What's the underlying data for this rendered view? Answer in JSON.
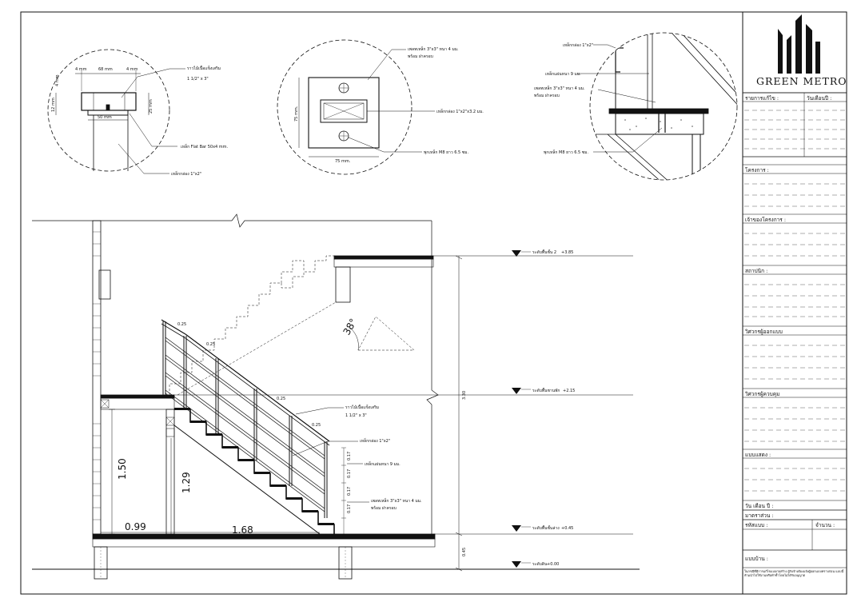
{
  "titleblock": {
    "brand": "GREEN METRO",
    "fields": [
      {
        "label": "รายการแก้ไข :",
        "right_label": "วันเดือนปี :"
      },
      {
        "label": "โครงการ :"
      },
      {
        "label": "เจ้าของโครงการ :"
      },
      {
        "label": "สถาปนิก :"
      },
      {
        "label": "วิศวกรผู้ออกแบบ"
      },
      {
        "label": "วิศวกรผู้ควบคุม"
      },
      {
        "label": "แบบแสดง :"
      }
    ],
    "date_label": "วัน เดือน ปี :",
    "scale_label": "มาตราส่วน :",
    "code_label": "รหัสแบบ :",
    "qty_label": "จำนวน :",
    "house_label": "แบบบ้าน :",
    "note": "ในกรณีที่มีการแก้ไขแบบก่อสร้าง ผู้รับจ้างต้องแจ้งผู้ออกแบบทราบก่อน แบบนี้ห้ามนำไปใช้งานหรือทำซ้ำโดยไม่ได้รับอนุญาต"
  },
  "detail1": {
    "w_left": "4 mm",
    "w_mid": "68 mm",
    "w_right": "4 mm",
    "handrail": "ราวไม้เนื้อแข็งเสริม",
    "handrail_size": "1 1/2\" x 3\"",
    "h_top": "4 mm",
    "h_total": "12 mm",
    "h_right": "25 mm",
    "w_bottom": "50 mm",
    "flatbar": "เหล็ก Flat Bar 50x4 mm.",
    "tube": "เหล็กกล่อง 1\"x2\""
  },
  "detail2": {
    "plate": "เพลทเหล็ก 3\"x3\" หนา 4 มม.",
    "plate_sub": "พร้อม ฝาครอบ",
    "tube": "เหล็กกล่อง 1\"x2\"x3.2 มม.",
    "dim_v": "75 mm.",
    "dim_h": "75 mm.",
    "bolt": "พุกเหล็ก M8 ยาว 6.5 ซม."
  },
  "detail3": {
    "tube": "เหล็กกล่อง 1\"x2\"",
    "plate_thick": "เหล็กแผ่นหนา 9 มม.",
    "plate": "เพลทเหล็ก 3\"x3\" หนา 4 มม.",
    "plate_sub": "พร้อม ฝาครอบ",
    "bolt": "พุกเหล็ก M8 ยาว 6.5 ซม."
  },
  "section": {
    "angle": "38°",
    "dim_150": "1.50",
    "dim_129": "1.29",
    "dim_099": "0.99",
    "dim_168": "1.68",
    "dim_330": "3.30",
    "dim_045": "0.45",
    "riser": "0.17",
    "tread": "0.25",
    "lbl_handrail": "ราวไม้เนื้อแข็งเสริม",
    "lbl_handrail_size": "1 1/2\" x 3\"",
    "lbl_tube": "เหล็กกล่อง 1\"x2\"",
    "lbl_plate9": "เหล็กแผ่นหนา 9 มม.",
    "lbl_plate": "เพลทเหล็ก 3\"x3\" หนา 4 มม.",
    "lbl_plate_sub": "พร้อม ฝาครอบ",
    "levels": [
      {
        "label": "ระดับพื้นชั้น 2",
        "value": "+3.85"
      },
      {
        "label": "ระดับพื้นชานพัก",
        "value": "+2.15"
      },
      {
        "label": "ระดับพื้นชั้นล่าง",
        "value": "+0.45"
      },
      {
        "label": "ระดับดิน",
        "value": "+0.00"
      }
    ]
  }
}
